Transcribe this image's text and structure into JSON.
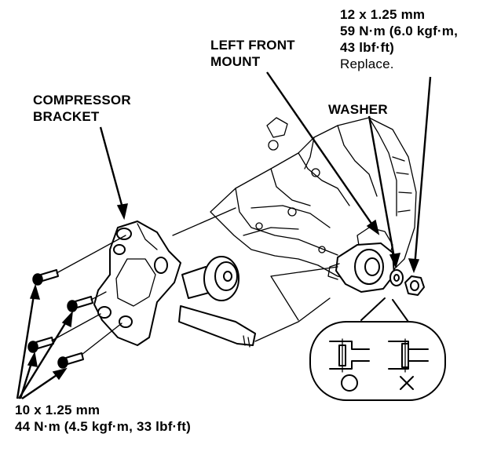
{
  "labels": {
    "compressor_bracket": [
      "COMPRESSOR",
      "BRACKET"
    ],
    "left_front_mount": [
      "LEFT FRONT",
      "MOUNT"
    ],
    "washer": "WASHER",
    "nut_spec": [
      "12 x 1.25 mm",
      "59 N·m (6.0 kgf·m,",
      "43 lbf·ft)",
      "Replace."
    ],
    "bolt_spec": [
      "10 x 1.25 mm",
      "44 N·m (4.5 kgf·m, 33 lbf·ft)"
    ]
  },
  "inset": {
    "correct_symbol": "circle-ok-icon",
    "incorrect_symbol": "cross-ng-icon"
  }
}
